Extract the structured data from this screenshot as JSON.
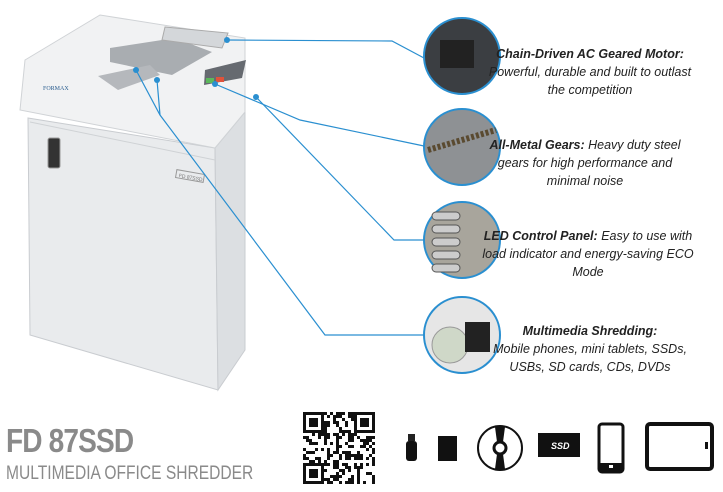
{
  "product": {
    "model": "FD 87SSD",
    "subtitle": "MULTIMEDIA OFFICE SHREDDER",
    "brand_logo": "FORMAX",
    "body_label": "FD 87SSD"
  },
  "features": [
    {
      "title": "Chain-Driven AC Geared Motor:",
      "text": "Powerful, durable and built to outlast the competition"
    },
    {
      "title": "All-Metal Gears:",
      "text": "Heavy duty steel gears for high performance and minimal noise"
    },
    {
      "title": "LED Control Panel:",
      "text": "Easy to use with load indicator and energy-saving ECO Mode"
    },
    {
      "title": "Multimedia Shredding:",
      "text": "Mobile phones, mini tablets, SSDs, USBs, SD cards, CDs, DVDs"
    }
  ],
  "media_icons": [
    "usb-icon",
    "sd-card-icon",
    "cd-icon",
    "ssd-icon",
    "phone-icon",
    "tablet-icon"
  ],
  "ssd_label": "SSD",
  "colors": {
    "accent": "#2a8fd0",
    "title_gray": "#8a8a8a"
  }
}
